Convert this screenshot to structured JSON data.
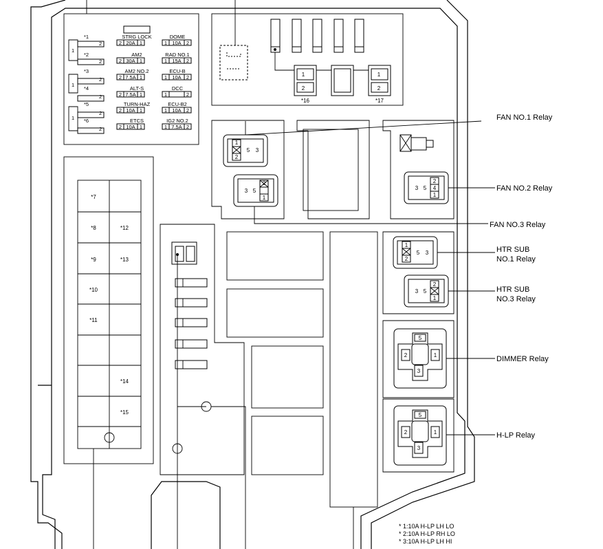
{
  "fuse_block": {
    "left_labels": [
      "*1",
      "*2",
      "*3",
      "*4",
      "*5",
      "*6"
    ],
    "pair_num": "1",
    "pin2": "2",
    "rows": [
      {
        "l": {
          "name": "STRG LOCK",
          "a": "2",
          "amp": "20A",
          "b": "1"
        },
        "r": {
          "name": "DOME",
          "a": "1",
          "amp": "10A",
          "b": "2"
        }
      },
      {
        "l": {
          "name": "AM2",
          "a": "2",
          "amp": "30A",
          "b": "1"
        },
        "r": {
          "name": "RAD NO.1",
          "a": "1",
          "amp": "15A",
          "b": "2"
        }
      },
      {
        "l": {
          "name": "AM2 NO.2",
          "a": "2",
          "amp": "7.5A",
          "b": "1"
        },
        "r": {
          "name": "ECU-B",
          "a": "1",
          "amp": "10A",
          "b": "2"
        }
      },
      {
        "l": {
          "name": "ALT-S",
          "a": "2",
          "amp": "7.5A",
          "b": "1"
        },
        "r": {
          "name": "DCC",
          "a": "1",
          "amp": "",
          "b": "2"
        }
      },
      {
        "l": {
          "name": "TURN-HAZ",
          "a": "2",
          "amp": "10A",
          "b": "1"
        },
        "r": {
          "name": "ECU-B2",
          "a": "1",
          "amp": "10A",
          "b": "2"
        }
      },
      {
        "l": {
          "name": "ETCS",
          "a": "2",
          "amp": "10A",
          "b": "1"
        },
        "r": {
          "name": "IG2 NO.2",
          "a": "1",
          "amp": "7.5A",
          "b": "2"
        }
      }
    ]
  },
  "top_right": {
    "pins": [
      "1",
      "2"
    ],
    "labels": [
      "*16",
      "*17"
    ]
  },
  "left_column": {
    "left": [
      "*7",
      "*8",
      "*9",
      "*10",
      "*11",
      "",
      "",
      ""
    ],
    "right": [
      "",
      "*12",
      "*13",
      "",
      "",
      "",
      "*14",
      "*15"
    ]
  },
  "relays": {
    "fan1": {
      "label": "FAN NO.1 Relay",
      "pins": [
        "1",
        "5",
        "3",
        "2"
      ]
    },
    "fan2": {
      "label": "FAN NO.2 Relay",
      "pins": [
        "3",
        "5",
        "2",
        "4",
        "1"
      ]
    },
    "fan3": {
      "label": "FAN NO.3 Relay",
      "pins": [
        "3",
        "5",
        "2",
        "1"
      ]
    },
    "htr1": {
      "label_lines": [
        "HTR SUB",
        "NO.1 Relay"
      ],
      "pins": [
        "1",
        "5",
        "3",
        "2"
      ]
    },
    "htr3": {
      "label_lines": [
        "HTR SUB",
        "NO.3 Relay"
      ],
      "pins": [
        "3",
        "5",
        "2",
        "1"
      ]
    },
    "dimmer": {
      "label": "DIMMER Relay",
      "pins": [
        "5",
        "2",
        "1",
        "3"
      ]
    },
    "hlp": {
      "label": "H-LP Relay",
      "pins": [
        "5",
        "2",
        "1",
        "3"
      ]
    }
  },
  "notes": [
    "* 1:10A H-LP LH LO",
    "* 2:10A H-LP RH LO",
    "* 3:10A H-LP LH HI"
  ]
}
